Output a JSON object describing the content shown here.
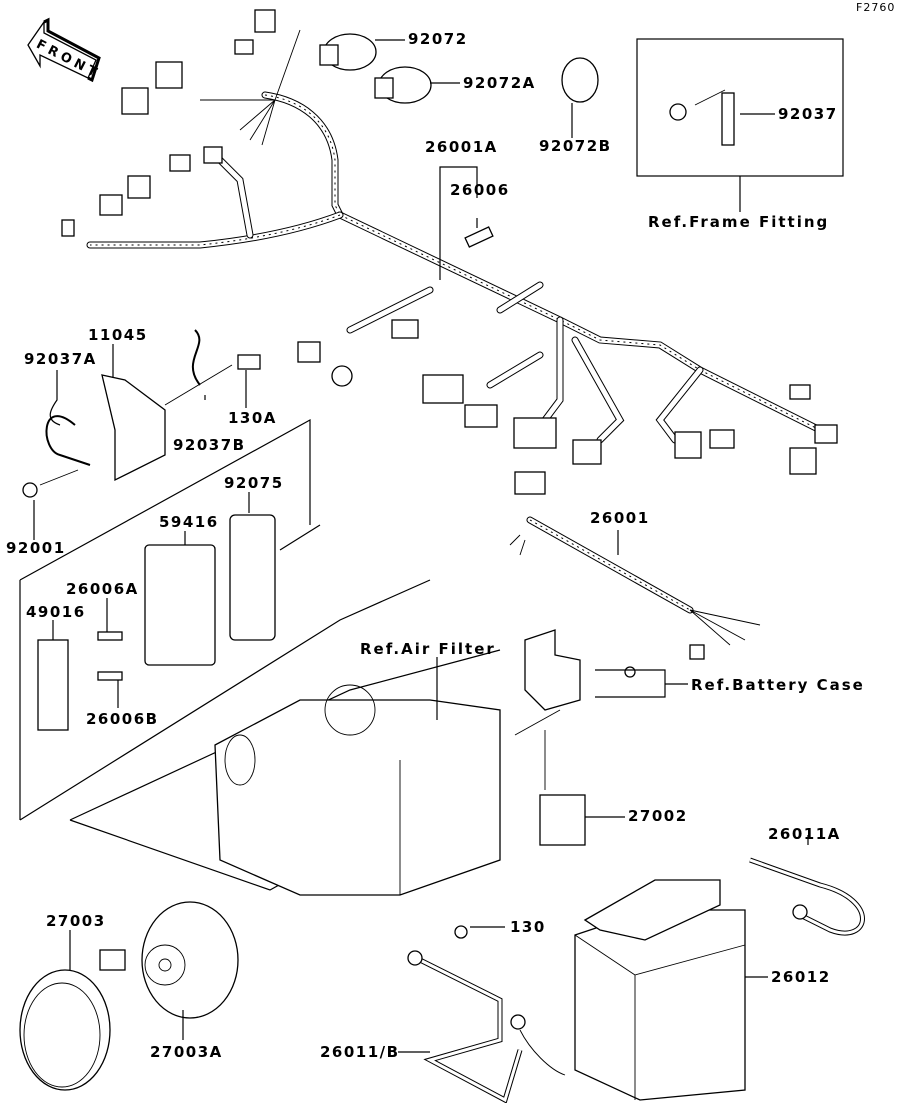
{
  "figure_id": "F2760",
  "front_arrow": "FRONT",
  "parts": {
    "p92072": "92072",
    "p92072A": "92072A",
    "p92072B": "92072B",
    "p26001A": "26001A",
    "p26006": "26006",
    "p92037": "92037",
    "p11045": "11045",
    "p92037A": "92037A",
    "p92037B": "92037B",
    "p130A": "130A",
    "p92001": "92001",
    "p92075": "92075",
    "p59416": "59416",
    "p26006A": "26006A",
    "p49016": "49016",
    "p26006B": "26006B",
    "p26001": "26001",
    "p27002": "27002",
    "p26011A": "26011A",
    "p27003": "27003",
    "p27003A": "27003A",
    "p130": "130",
    "p26012": "26012",
    "p26011B": "26011/B"
  },
  "references": {
    "frame_fitting": "Ref.Frame Fitting",
    "air_filter": "Ref.Air Filter",
    "battery_case": "Ref.Battery Case"
  }
}
